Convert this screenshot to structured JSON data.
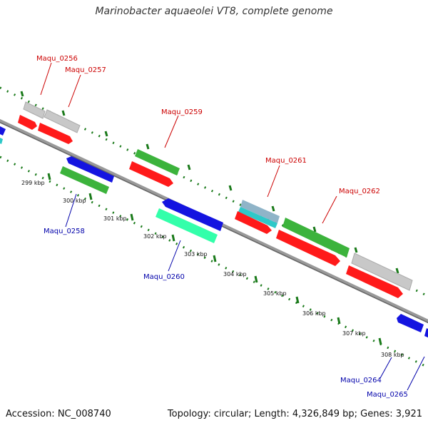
{
  "header": {
    "title": "Marinobacter aquaeolei VT8, complete genome"
  },
  "footer": {
    "accession": "Accession: NC_008740",
    "summary": "Topology: circular; Length: 4,326,849 bp; Genes: 3,921"
  },
  "colors": {
    "backbone": "#8c8c8c",
    "ticks": "#1a7a1a",
    "forward_label": "#cc0000",
    "reverse_label": "#0000aa",
    "gene_red": "#ff1a1a",
    "gene_green": "#3cb33c",
    "gene_blue": "#1414e0",
    "gene_gray": "#c8c8c8",
    "gene_teal": "#2ec8c8",
    "gene_aqua": "#33ffaa"
  },
  "ticks": [
    {
      "label": "299 kbp"
    },
    {
      "label": "300 kbp"
    },
    {
      "label": "301 kbp"
    },
    {
      "label": "302 kbp"
    },
    {
      "label": "303 kbp"
    },
    {
      "label": "304 kbp"
    },
    {
      "label": "305 kbp"
    },
    {
      "label": "306 kbp"
    },
    {
      "label": "307 kbp"
    },
    {
      "label": "308 kbp"
    }
  ],
  "gene_labels": {
    "forward": [
      "Maqu_0256",
      "Maqu_0257",
      "Maqu_0259",
      "Maqu_0261",
      "Maqu_0262"
    ],
    "reverse": [
      "Maqu_0258",
      "Maqu_0260",
      "Maqu_0264",
      "Maqu_0265"
    ]
  }
}
